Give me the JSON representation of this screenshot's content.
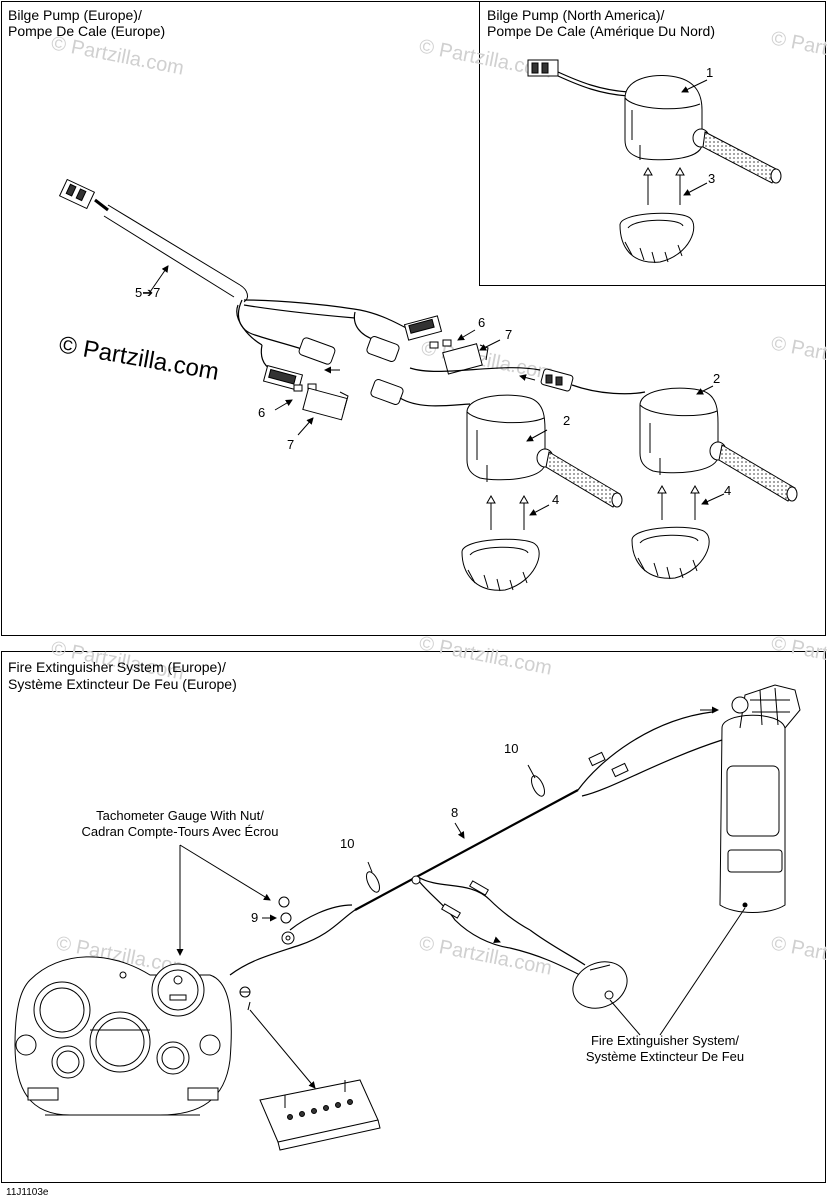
{
  "bilge_europe": {
    "title_line1": "Bilge Pump (Europe)/",
    "title_line2": "Pompe De Cale (Europe)"
  },
  "bilge_na": {
    "title_line1": "Bilge Pump (North America)/",
    "title_line2": "Pompe De Cale (Amérique Du Nord)"
  },
  "fire": {
    "title_line1": "Fire Extinguisher System (Europe)/",
    "title_line2": "Système Extincteur De Feu (Europe)",
    "tach_label_line1": "Tachometer Gauge With Nut/",
    "tach_label_line2": "Cadran Compte-Tours Avec Écrou",
    "fes_label_line1": "Fire Extinguisher System/",
    "fes_label_line2": "Système Extincteur De Feu"
  },
  "callouts": {
    "c1": "1",
    "c2a": "2",
    "c2b": "2",
    "c3": "3",
    "c4a": "4",
    "c4b": "4",
    "c57": "5➔7",
    "c6a": "6",
    "c6b": "6",
    "c7a": "7",
    "c7b": "7",
    "c8": "8",
    "c9": "9",
    "c10a": "10",
    "c10b": "10"
  },
  "watermark": "© Partzilla.com",
  "watermark_main": "© Partzilla.com",
  "reference_code": "11J1103e"
}
